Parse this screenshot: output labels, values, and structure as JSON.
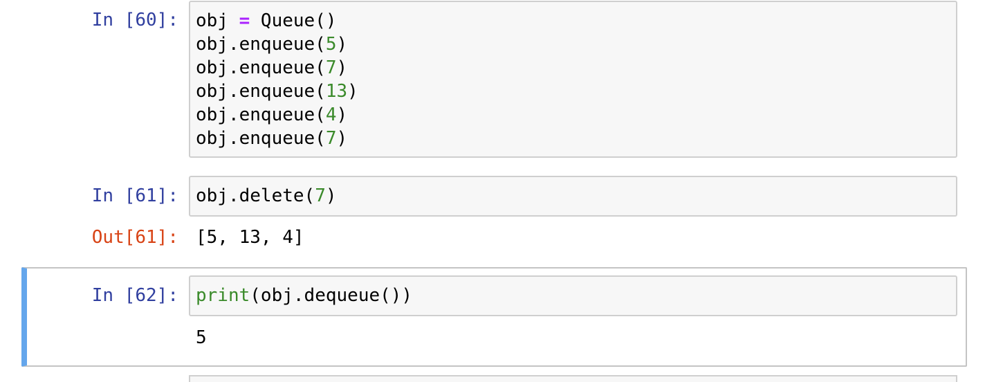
{
  "cells": [
    {
      "prompt": "In [60]:",
      "lines": [
        {
          "a": "obj ",
          "op": "=",
          "b": " Queue()"
        },
        {
          "a": "obj.enqueue(",
          "num": "5",
          "b": ")"
        },
        {
          "a": "obj.enqueue(",
          "num": "7",
          "b": ")"
        },
        {
          "a": "obj.enqueue(",
          "num": "13",
          "b": ")"
        },
        {
          "a": "obj.enqueue(",
          "num": "4",
          "b": ")"
        },
        {
          "a": "obj.enqueue(",
          "num": "7",
          "b": ")"
        }
      ]
    },
    {
      "prompt": "In [61]:",
      "lines": [
        {
          "a": "obj.delete(",
          "num": "7",
          "b": ")"
        }
      ],
      "out_prompt": "Out[61]:",
      "output": "[5, 13, 4]"
    },
    {
      "prompt": "In [62]:",
      "lines": [
        {
          "builtin": "print",
          "b": "(obj.dequeue())"
        }
      ],
      "output": "5"
    }
  ],
  "colors": {
    "in_prompt": "#303f9f",
    "out_prompt": "#d84315",
    "number": "#3a8a2a",
    "operator": "#aa22ff",
    "selected_bar": "#64a6ec"
  }
}
